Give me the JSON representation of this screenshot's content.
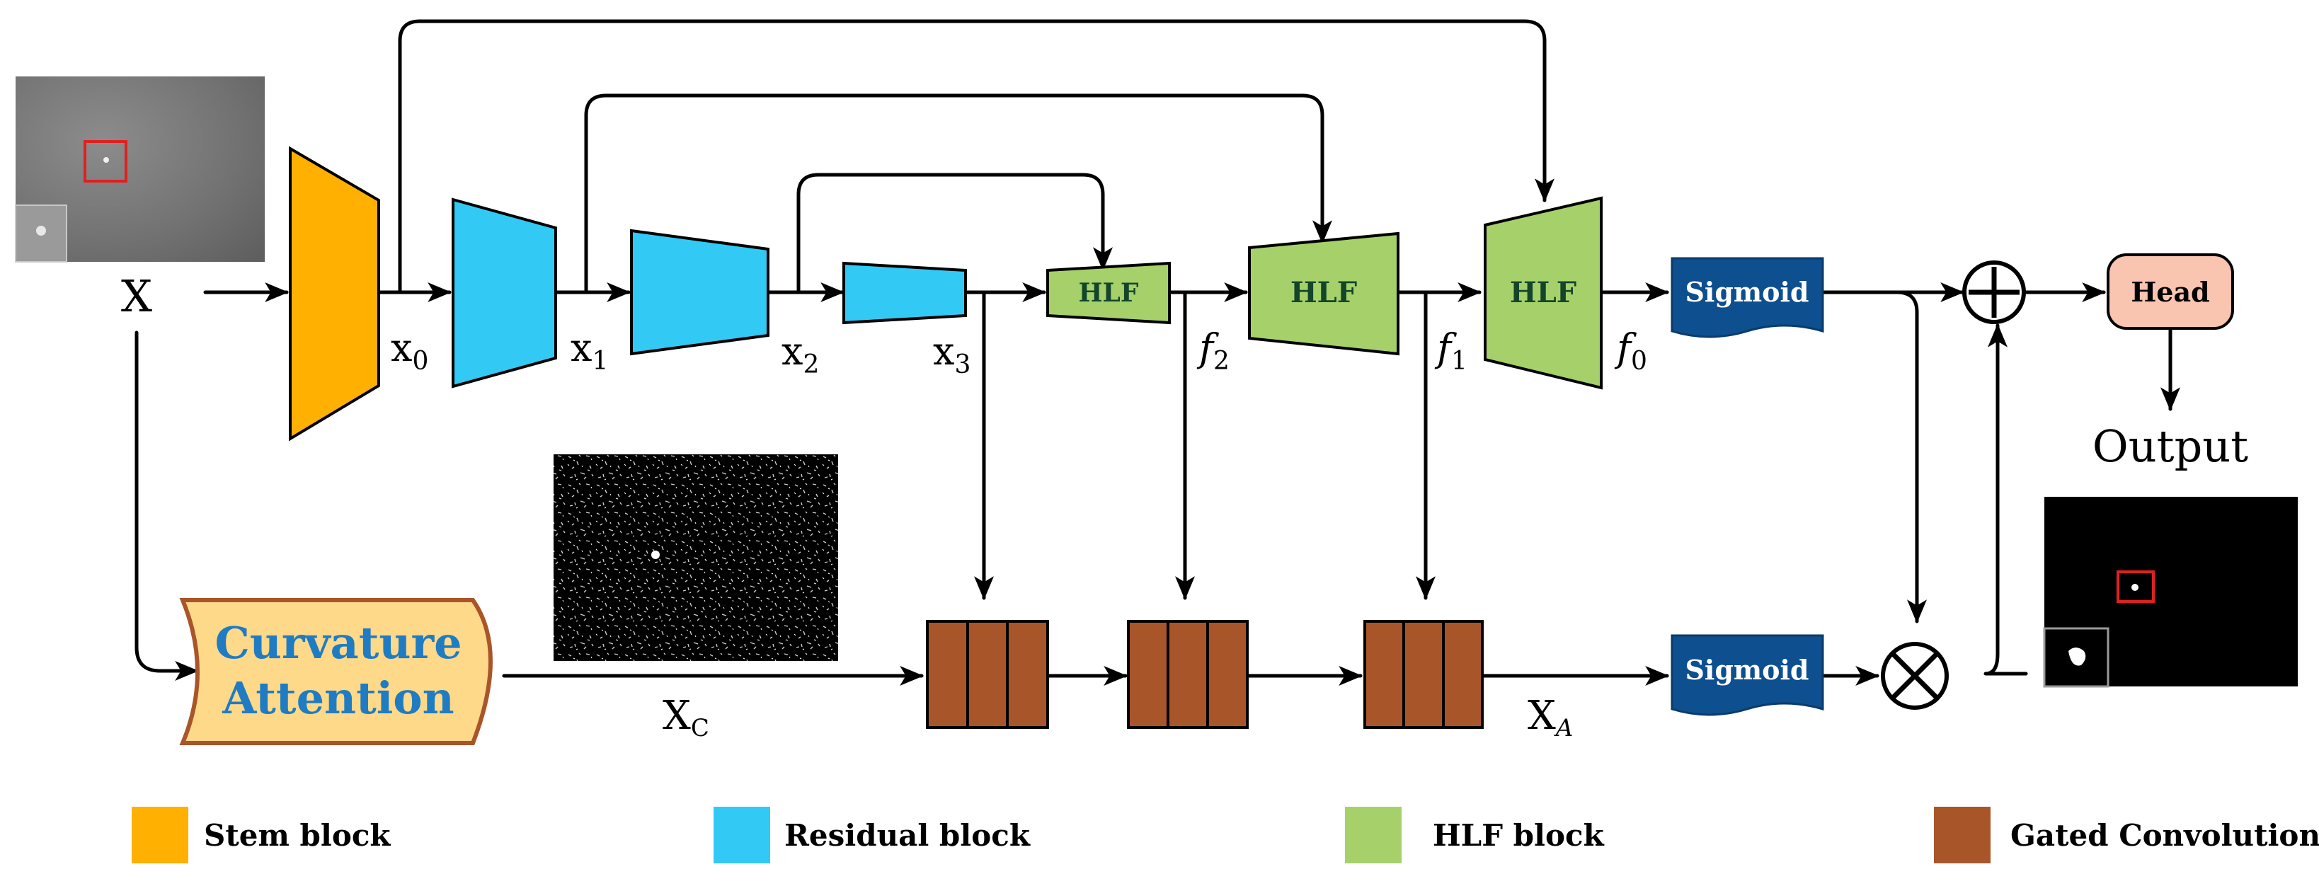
{
  "colors": {
    "stem": "#FFB000",
    "residual": "#33C9F5",
    "hlf": "#A6D16A",
    "gated": "#A9552A",
    "sigmoid": "#0D4F8F",
    "curvature_fill": "#FFD98A",
    "curvature_stroke": "#A9552A",
    "curvature_text": "#1F7CC2",
    "head": "#F9C4B0",
    "hlf_text": "#12452A"
  },
  "icons": {
    "add": "circle-plus-icon",
    "multiply": "circle-times-icon"
  },
  "labels": {
    "input": "X",
    "x0": "x",
    "x0_sub": "0",
    "x1": "x",
    "x1_sub": "1",
    "x2": "x",
    "x2_sub": "2",
    "x3": "x",
    "x3_sub": "3",
    "f2": "f",
    "f2_sub": "2",
    "f1": "f",
    "f1_sub": "1",
    "f0": "f",
    "f0_sub": "0",
    "xc": "X",
    "xc_sub": "C",
    "xa": "X",
    "xa_sub": "A",
    "output": "Output"
  },
  "blocks": {
    "hlf_small": "HLF",
    "hlf_mid": "HLF",
    "hlf_large": "HLF",
    "sigmoid_top": "Sigmoid",
    "sigmoid_bottom": "Sigmoid",
    "head": "Head",
    "curvature_line1": "Curvature",
    "curvature_line2": "Attention"
  },
  "legend": [
    {
      "label": "Stem block",
      "color": "#FFB000"
    },
    {
      "label": "Residual block",
      "color": "#33C9F5"
    },
    {
      "label": "HLF block",
      "color": "#A6D16A"
    },
    {
      "label": "Gated Convolution",
      "color": "#A9552A"
    }
  ]
}
